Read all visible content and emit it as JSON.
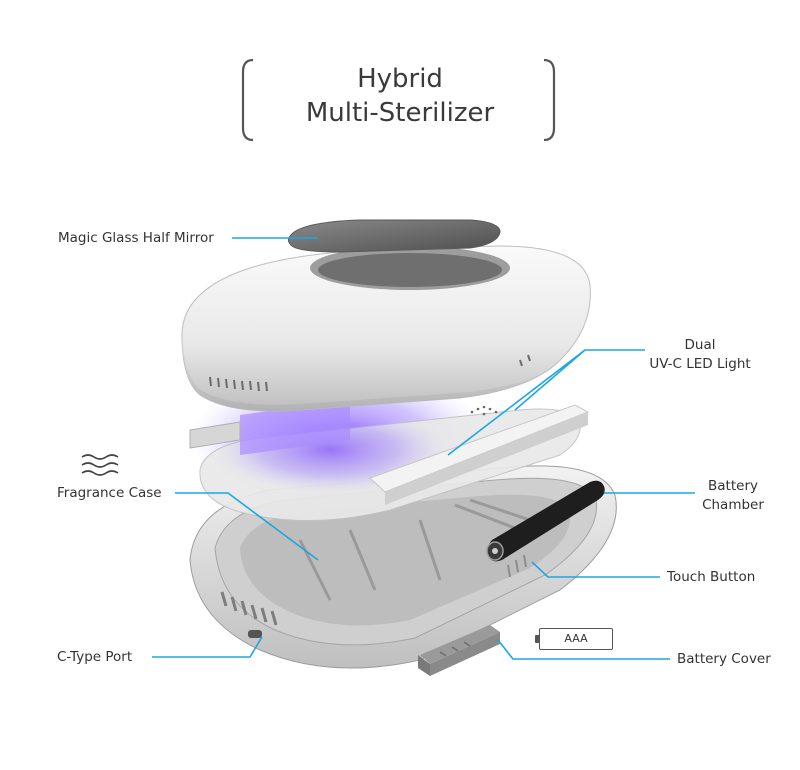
{
  "title": {
    "line1": "Hybrid",
    "line2": "Multi-Sterilizer"
  },
  "labels": {
    "magic_glass": "Magic Glass Half Mirror",
    "uvc_line1": "Dual",
    "uvc_line2": "UV-C LED Light",
    "fragrance": "Fragrance Case",
    "battery_chamber_line1": "Battery",
    "battery_chamber_line2": "Chamber",
    "touch_button": "Touch Button",
    "c_type_port": "C-Type Port",
    "battery_cover": "Battery Cover",
    "battery_type": "AAA"
  },
  "icons": [
    "wave-icon",
    "battery-icon"
  ],
  "colors": {
    "leader_line": "#1ea6e0",
    "uv_glow": "#8a5cff",
    "text": "#333333"
  }
}
